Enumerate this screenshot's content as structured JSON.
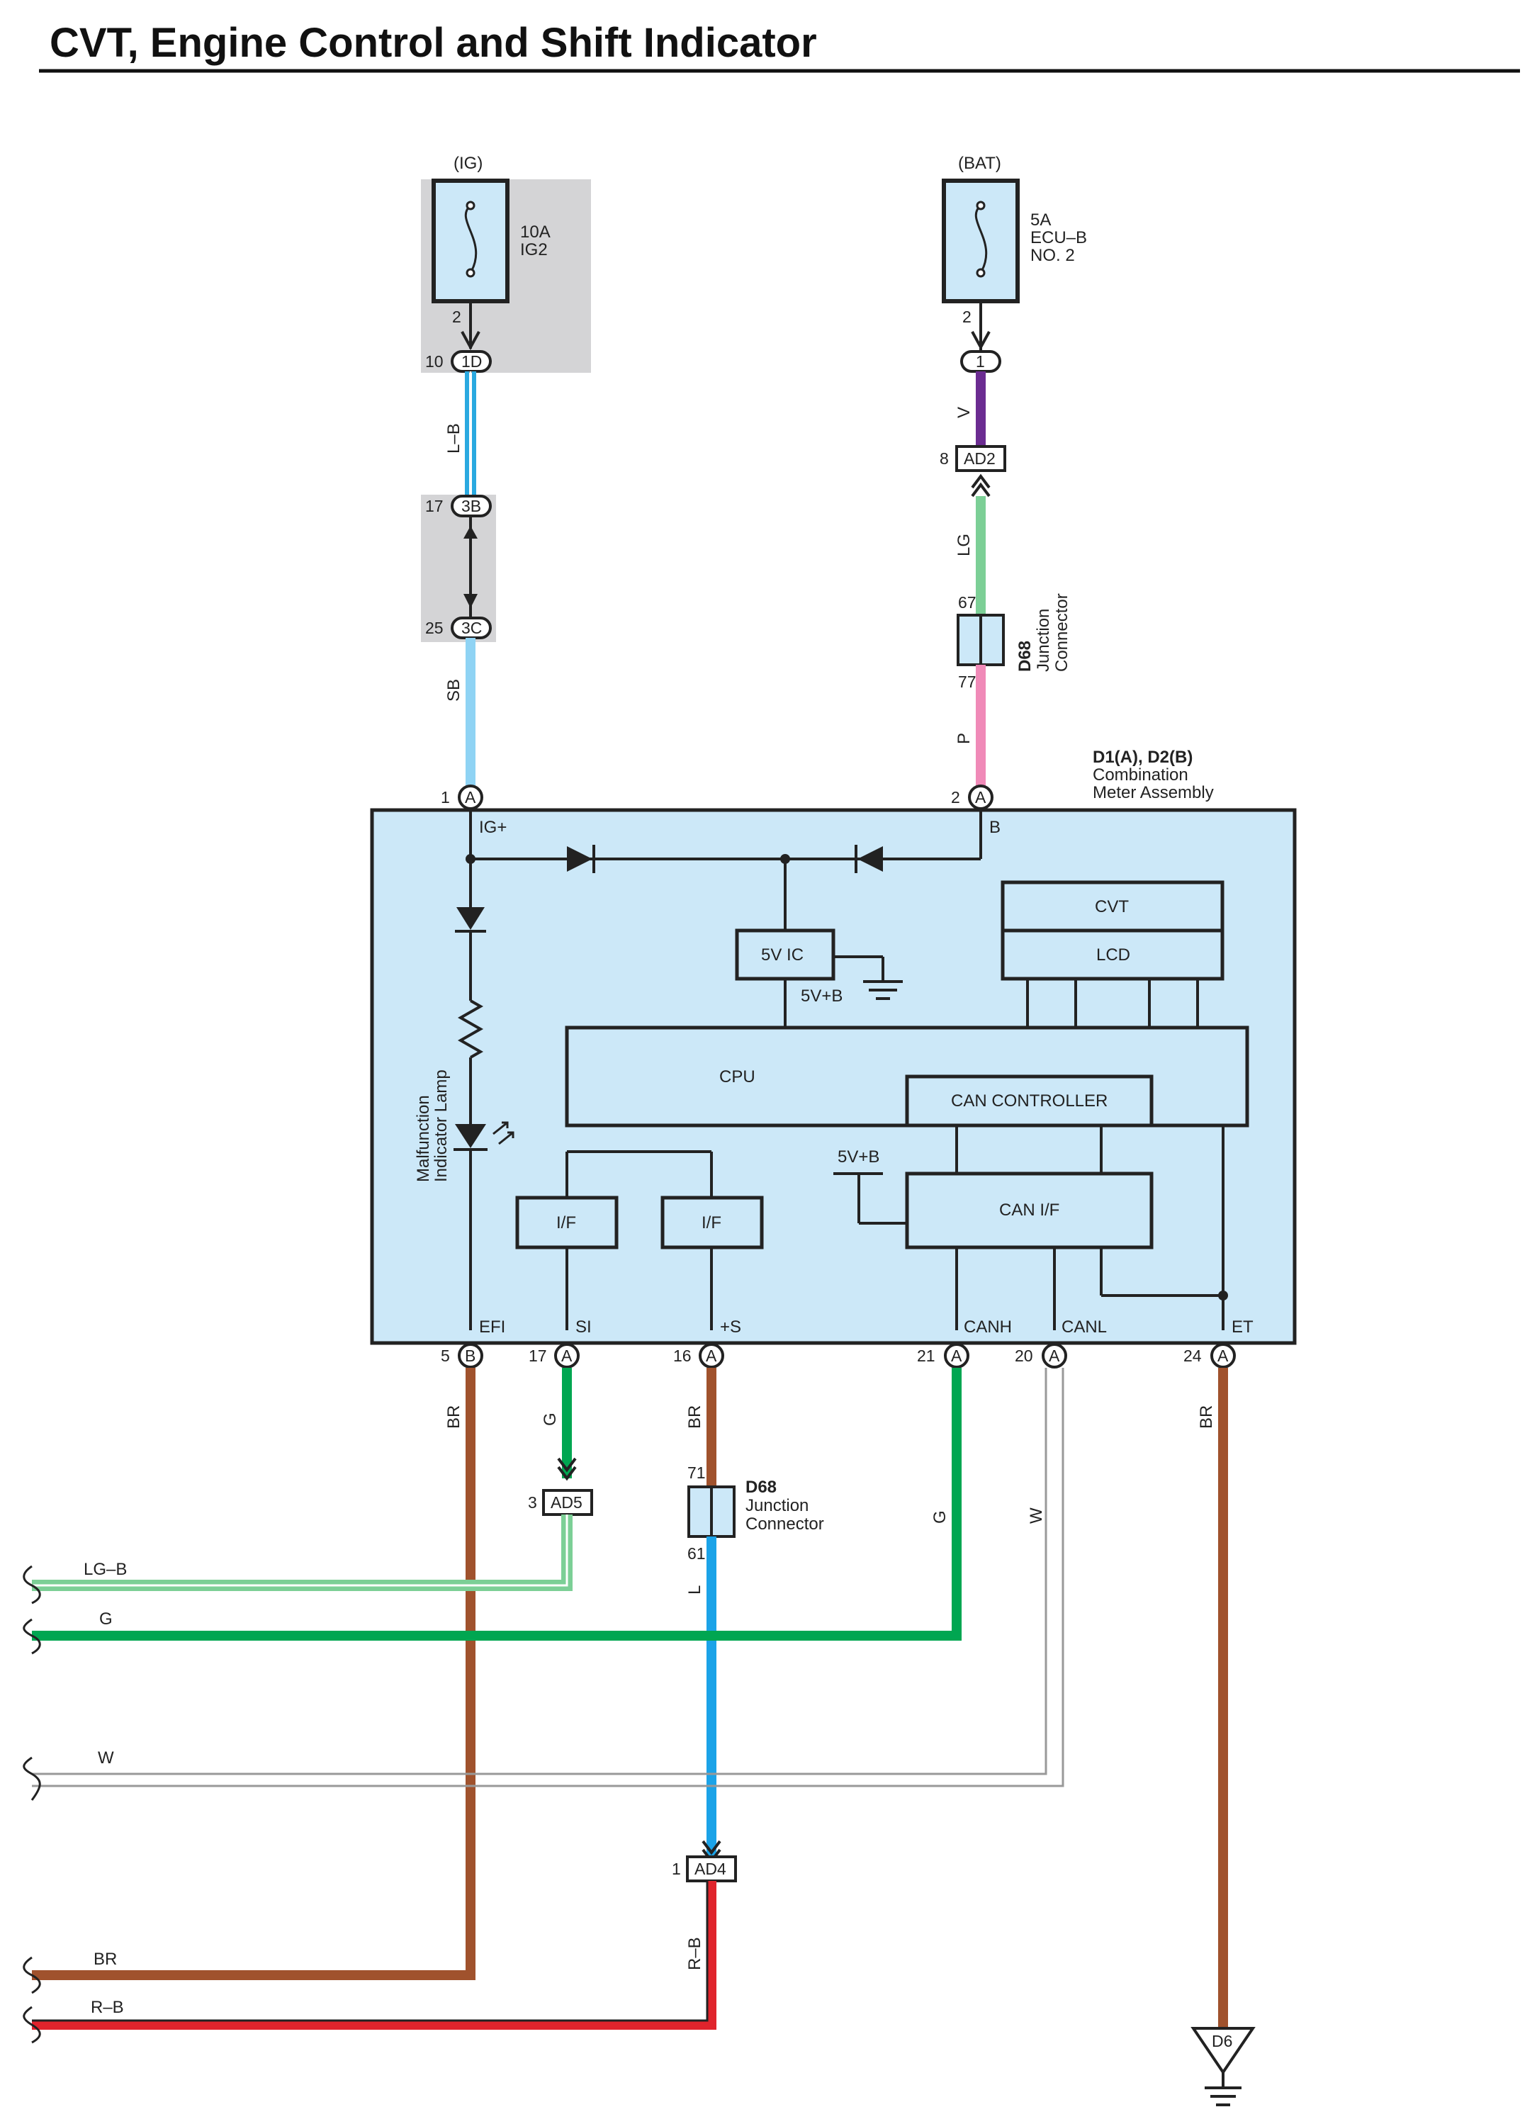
{
  "title": "CVT, Engine Control and Shift Indicator",
  "sources": {
    "ig": "(IG)",
    "bat": "(BAT)",
    "fuse_ig2_amp": "10A",
    "fuse_ig2_name": "IG2",
    "fuse_ecub_amp": "5A",
    "fuse_ecub_name": "ECU–B",
    "fuse_ecub_no": "NO. 2"
  },
  "connectors": {
    "c1d": "1D",
    "c3b": "3B",
    "c3c": "3C",
    "c1": "1",
    "ad2": "AD2",
    "ad5": "AD5",
    "ad4": "AD4",
    "d6": "D6",
    "pin_a": "A",
    "pin_b": "B"
  },
  "pins": {
    "p2": "2",
    "p10": "10",
    "p17": "17",
    "p25": "25",
    "p8": "8",
    "p67": "67",
    "p77": "77",
    "p1": "1",
    "p5": "5",
    "p16": "16",
    "p21": "21",
    "p20": "20",
    "p24": "24",
    "p3": "3",
    "p71": "71",
    "p61": "61"
  },
  "wires": {
    "lb": "L–B",
    "sb": "SB",
    "v": "V",
    "lg": "LG",
    "p": "P",
    "br": "BR",
    "g": "G",
    "w": "W",
    "l": "L",
    "rb": "R–B",
    "lgb": "LG–B"
  },
  "junction": {
    "code": "D68",
    "name_line1": "Junction",
    "name_line2": "Connector"
  },
  "meter": {
    "code": "D1(A), D2(B)",
    "name_line1": "Combination",
    "name_line2": "Meter Assembly",
    "ig_plus": "IG+",
    "b": "B",
    "ic": "5V IC",
    "v5b": "5V+B",
    "cvt": "CVT",
    "lcd": "LCD",
    "cpu": "CPU",
    "can_controller": "CAN CONTROLLER",
    "can_if": "CAN I/F",
    "if": "I/F",
    "mil_line1": "Malfunction",
    "mil_line2": "Indicator Lamp",
    "efi": "EFI",
    "si": "SI",
    "s_plus": "+S",
    "canh": "CANH",
    "canl": "CANL",
    "et": "ET"
  },
  "colors": {
    "bg_box": "#cce8f8",
    "gray_box": "#d4d4d6",
    "wire_lb": "#2aa9e0",
    "wire_sb": "#8fd3f4",
    "wire_v": "#6b2c91",
    "wire_lg": "#7ccf96",
    "wire_p": "#f08ab8",
    "wire_br": "#a0522d",
    "wire_g": "#00a651",
    "wire_l": "#1ba3e8",
    "wire_r": "#e0242c"
  }
}
